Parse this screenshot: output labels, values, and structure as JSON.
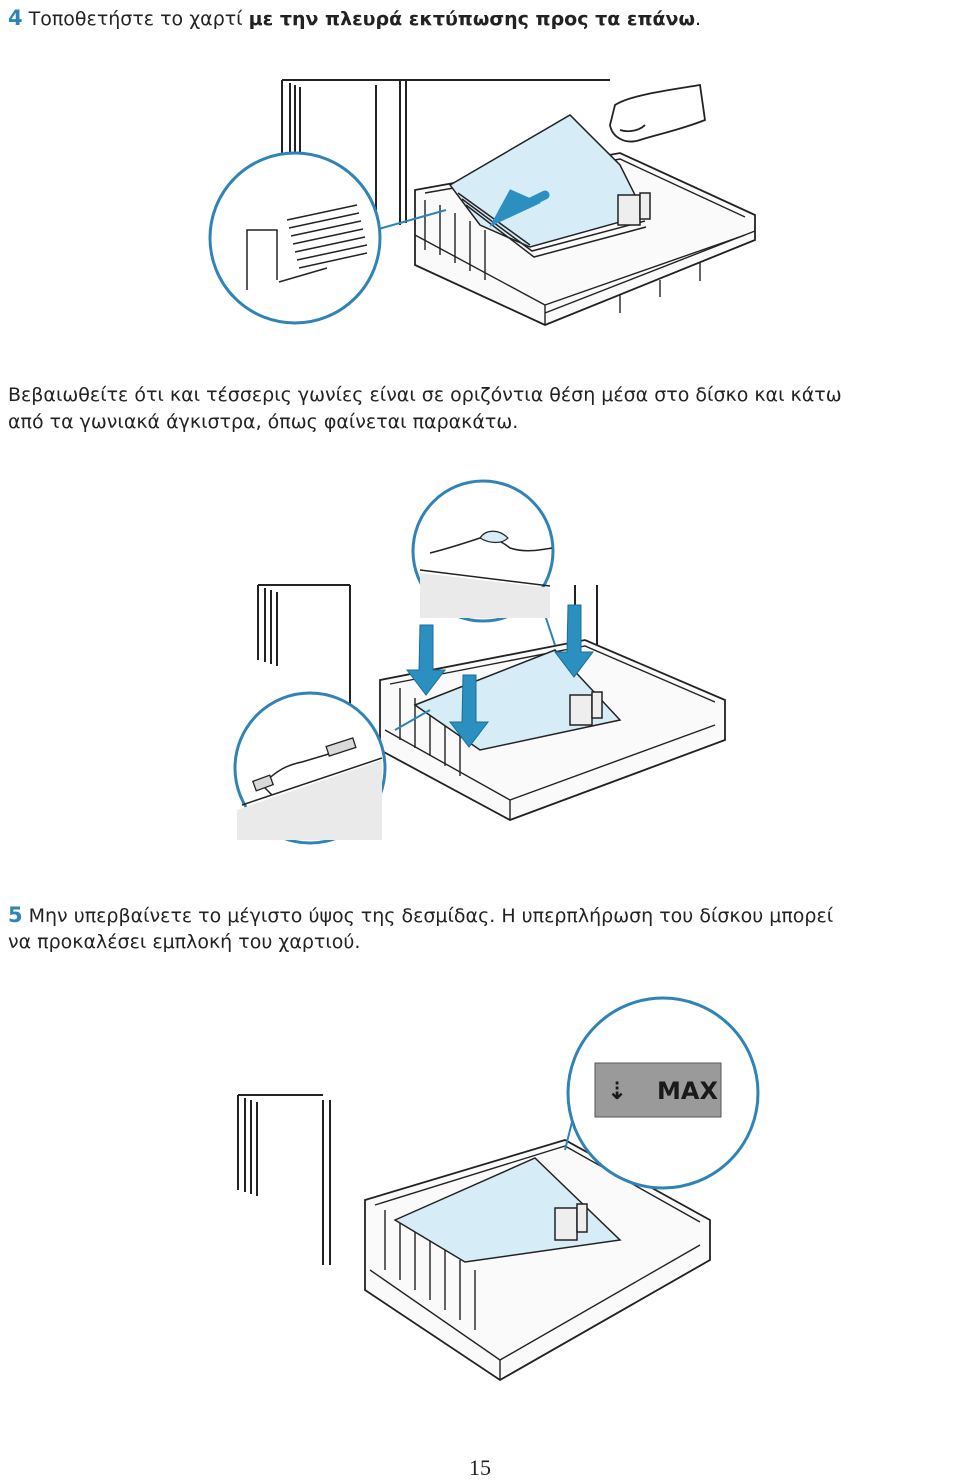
{
  "step4": {
    "number": "4",
    "text_plain": "Τοποθετήστε το χαρτί ",
    "text_bold": "με την πλευρά εκτύπωσης προς τα επάνω",
    "text_end": "."
  },
  "para_corners": {
    "line1": "Βεβαιωθείτε ότι και τέσσερις γωνίες είναι σε οριζόντια θέση μέσα στο δίσκο και κάτω",
    "line2": "από τα γωνιακά άγκιστρα, όπως φαίνεται παρακάτω."
  },
  "step5": {
    "number": "5",
    "line1": "Μην υπερβαίνετε το μέγιστο ύψος της δεσμίδας. Η υπερπλήρωση του δίσκου μπορεί",
    "line2": "να προκαλέσει εμπλοκή του χαρτιού."
  },
  "max_label": {
    "arrow": "⇣",
    "text": "MAX"
  },
  "page_number": "15",
  "colors": {
    "accent": "#2f83b5",
    "paper": "#d6ecf7",
    "arrow": "#2b8fc0"
  }
}
